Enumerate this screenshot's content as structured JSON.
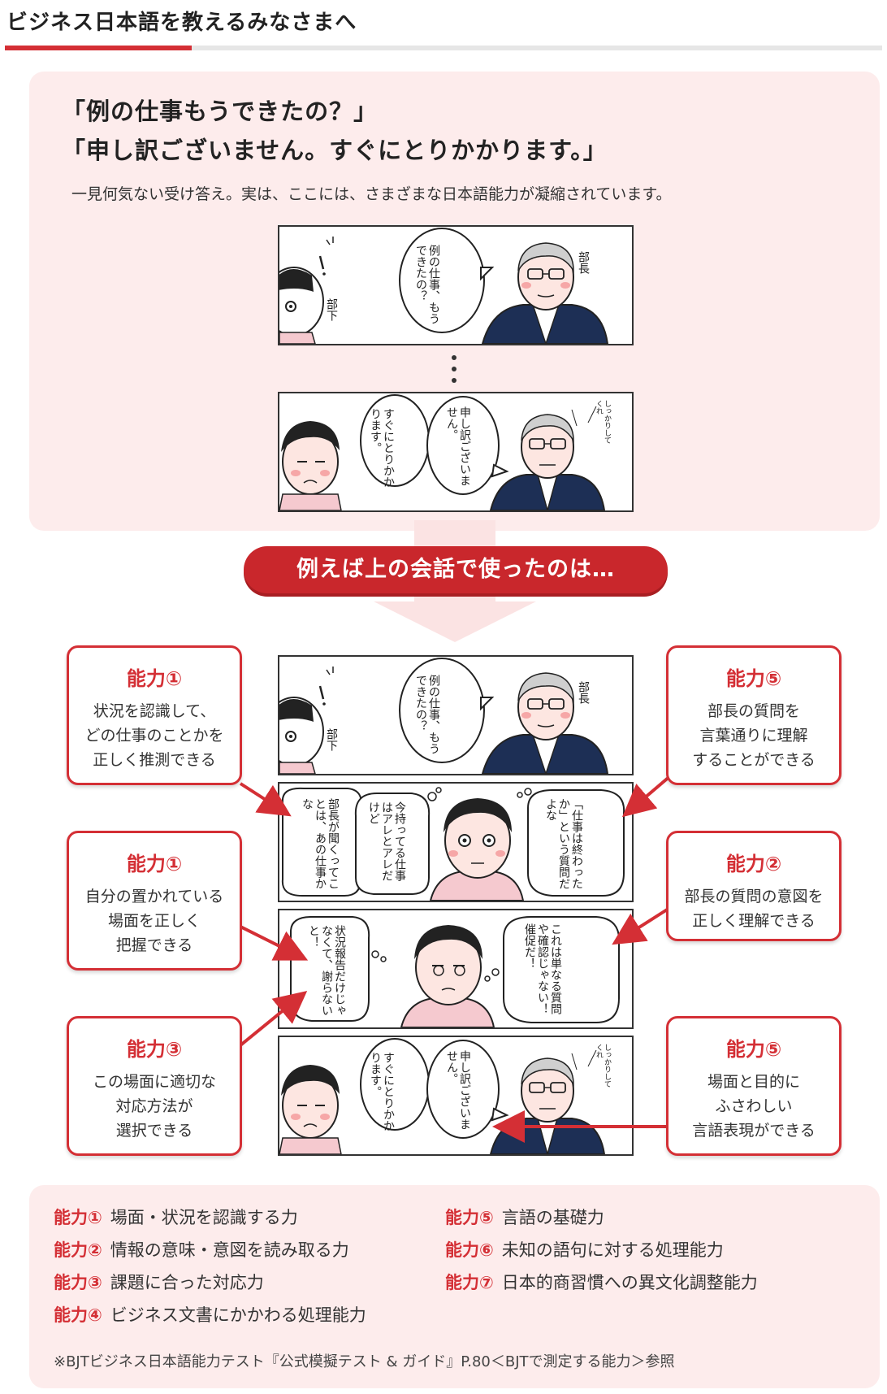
{
  "header": {
    "title": "ビジネス日本語を教えるみなさまへ"
  },
  "intro": {
    "quote1": "「例の仕事もうできたの？」",
    "quote2": "「申し訳ございません。すぐにとりかかります。」",
    "text": "一見何気ない受け答え。実は、ここには、さまざまな日本語能力が凝縮されています。"
  },
  "manga": {
    "p1_bubble": "例の仕事、もうできたの？",
    "p1_label_boss": "部長",
    "p1_label_sub": "部下",
    "p1_exclaim": "!",
    "p2_bubble": "申し訳ございません。",
    "p2_bubble2": "すぐにとりかかります。",
    "p2_sfx": "しっかりしてくれ",
    "p3_thought_right": "「仕事は終わったか」という質問だよな",
    "p3_thought_mid": "今持ってる仕事はアレとアレだけど",
    "p3_thought_left": "部長が聞くってことは、あの仕事かな",
    "p4_thought_right": "これは単なる質問や確認じゃない！催促だ！",
    "p4_thought_left": "状況報告だけじゃなくて、謝らないと！"
  },
  "banner": {
    "text": "例えば上の会話で使ったのは…"
  },
  "abilities": [
    {
      "title": "能力①",
      "text": "状況を認識して、\nどの仕事のことかを\n正しく推測できる"
    },
    {
      "title": "能力⑤",
      "text": "部長の質問を\n言葉通りに理解\nすることができる"
    },
    {
      "title": "能力①",
      "text": "自分の置かれている\n場面を正しく\n把握できる"
    },
    {
      "title": "能力②",
      "text": "部長の質問の意図を\n正しく理解できる"
    },
    {
      "title": "能力③",
      "text": "この場面に適切な\n対応方法が\n選択できる"
    },
    {
      "title": "能力⑤",
      "text": "場面と目的に\nふさわしい\n言語表現ができる"
    }
  ],
  "legend": [
    {
      "key": "能力①",
      "text": "場面・状況を認識する力"
    },
    {
      "key": "能力②",
      "text": "情報の意味・意図を読み取る力"
    },
    {
      "key": "能力③",
      "text": "課題に合った対応力"
    },
    {
      "key": "能力④",
      "text": "ビジネス文書にかかわる処理能力"
    },
    {
      "key": "能力⑤",
      "text": "言語の基礎力"
    },
    {
      "key": "能力⑥",
      "text": "未知の語句に対する処理能力"
    },
    {
      "key": "能力⑦",
      "text": "日本的商習慣への異文化調整能力"
    }
  ],
  "footnote": "※BJTビジネス日本語能力テスト『公式模擬テスト & ガイド』P.80＜BJTで測定する能力＞参照",
  "colors": {
    "accent": "#d42f35",
    "panel_bg": "#fdecec",
    "banner": "#c9272c"
  }
}
